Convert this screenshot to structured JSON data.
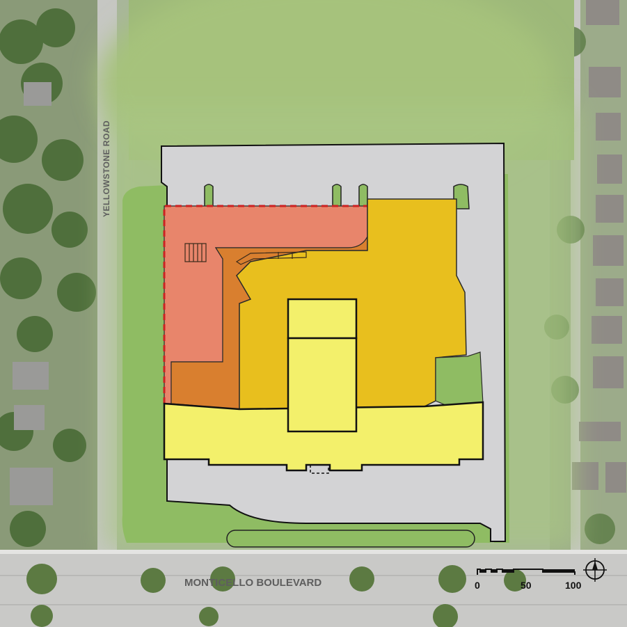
{
  "map": {
    "roads": {
      "north_south": "YELLOWSTONE ROAD",
      "east_west": "MONTICELLO BOULEVARD"
    },
    "scale_bar": {
      "labels": [
        "0",
        "50",
        "100"
      ]
    },
    "north_arrow": "north-arrow-icon",
    "colors": {
      "greenspace": "#8dbb5f",
      "paving": "#d3d3d5",
      "zone_red": "#e8856b",
      "zone_orange": "#d97f2f",
      "zone_gold": "#e8bf1e",
      "zone_yellow": "#f3f06b",
      "outline_dashed": "#cc2222",
      "tree_canopy": "#3f6a30"
    }
  }
}
